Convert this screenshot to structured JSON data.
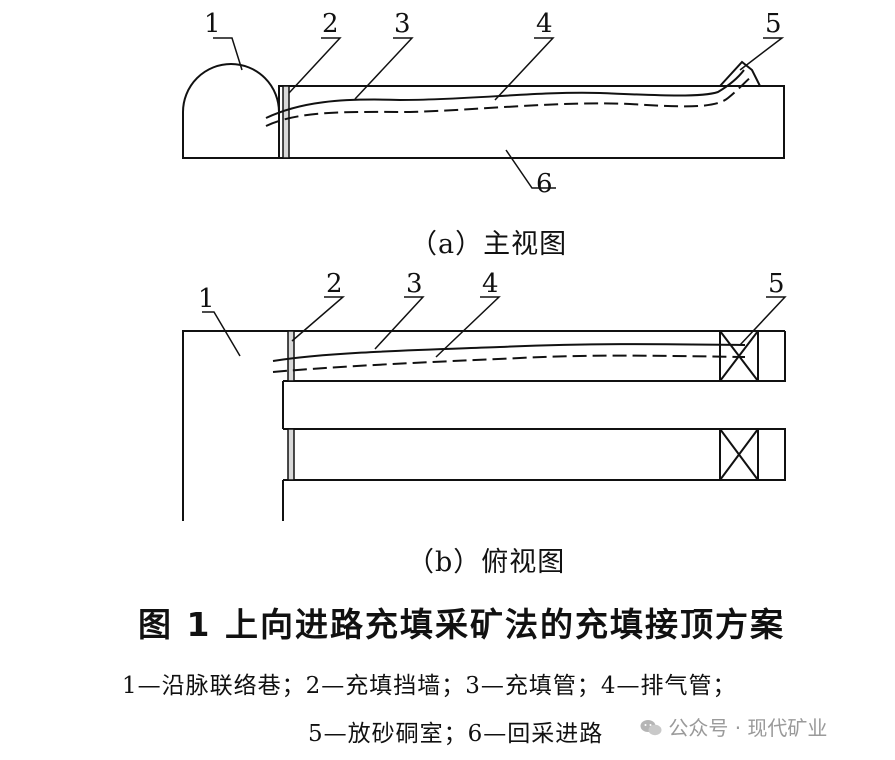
{
  "figure": {
    "front_view": {
      "caption": "（a）主视图",
      "callouts": [
        "1",
        "2",
        "3",
        "4",
        "5",
        "6"
      ]
    },
    "top_view": {
      "caption": "（b）俯视图",
      "callouts": [
        "1",
        "2",
        "3",
        "4",
        "5"
      ]
    },
    "title": "图 1   上向进路充填采矿法的充填接顶方案",
    "legend_line1": "1—沿脉联络巷；2—充填挡墙；3—充填管；4—排气管；",
    "legend_line2": "5—放砂硐室；6—回采进路"
  },
  "watermark": {
    "icon": "wechat-official-account-icon",
    "text": "公众号 · 现代矿业"
  }
}
